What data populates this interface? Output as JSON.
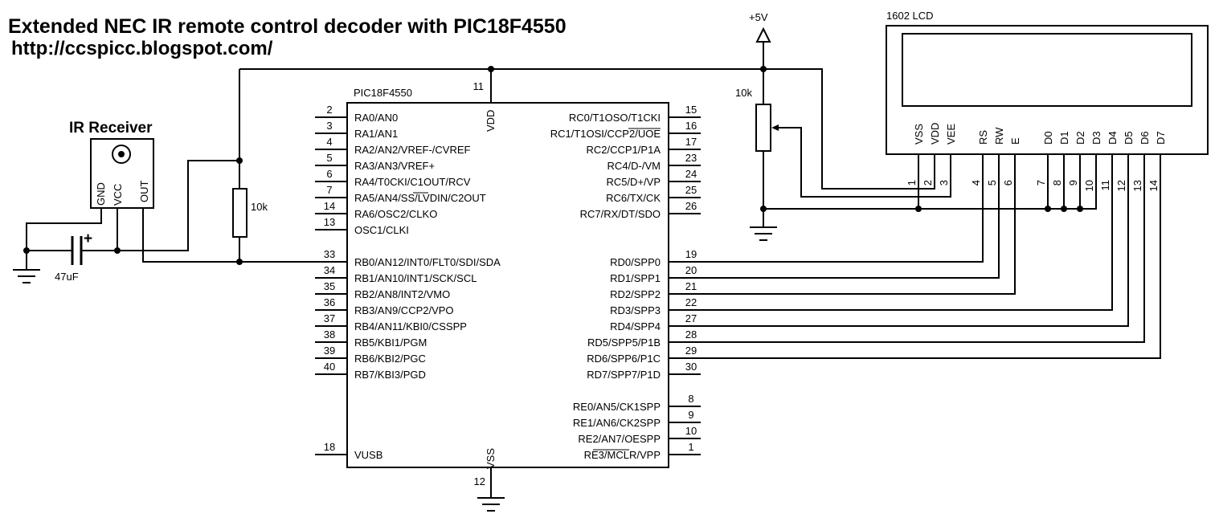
{
  "title": "Extended NEC IR remote control decoder with PIC18F4550",
  "url": "http://ccspicc.blogspot.com/",
  "power_label": "+5V",
  "mcu": {
    "name": "PIC18F4550",
    "vdd": {
      "num": "11",
      "label": "VDD"
    },
    "vss": {
      "num": "12",
      "label": "VSS"
    },
    "left_pins": [
      {
        "num": "2",
        "label": "RA0/AN0"
      },
      {
        "num": "3",
        "label": "RA1/AN1"
      },
      {
        "num": "4",
        "label": "RA2/AN2/VREF-/CVREF"
      },
      {
        "num": "5",
        "label": "RA3/AN3/VREF+"
      },
      {
        "num": "6",
        "label": "RA4/T0CKI/C1OUT/RCV"
      },
      {
        "num": "7",
        "label": "RA5/AN4/SS/LVDIN/C2OUT"
      },
      {
        "num": "14",
        "label": "RA6/OSC2/CLKO"
      },
      {
        "num": "13",
        "label": "OSC1/CLKI"
      },
      {
        "num": "33",
        "label": "RB0/AN12/INT0/FLT0/SDI/SDA"
      },
      {
        "num": "34",
        "label": "RB1/AN10/INT1/SCK/SCL"
      },
      {
        "num": "35",
        "label": "RB2/AN8/INT2/VMO"
      },
      {
        "num": "36",
        "label": "RB3/AN9/CCP2/VPO"
      },
      {
        "num": "37",
        "label": "RB4/AN11/KBI0/CSSPP"
      },
      {
        "num": "38",
        "label": "RB5/KBI1/PGM"
      },
      {
        "num": "39",
        "label": "RB6/KBI2/PGC"
      },
      {
        "num": "40",
        "label": "RB7/KBI3/PGD"
      },
      {
        "num": "18",
        "label": "VUSB"
      }
    ],
    "right_pins": [
      {
        "num": "15",
        "label": "RC0/T1OSO/T1CKI"
      },
      {
        "num": "16",
        "label": "RC1/T1OSI/CCP2/UOE"
      },
      {
        "num": "17",
        "label": "RC2/CCP1/P1A"
      },
      {
        "num": "23",
        "label": "RC4/D-/VM"
      },
      {
        "num": "24",
        "label": "RC5/D+/VP"
      },
      {
        "num": "25",
        "label": "RC6/TX/CK"
      },
      {
        "num": "26",
        "label": "RC7/RX/DT/SDO"
      },
      {
        "num": "19",
        "label": "RD0/SPP0"
      },
      {
        "num": "20",
        "label": "RD1/SPP1"
      },
      {
        "num": "21",
        "label": "RD2/SPP2"
      },
      {
        "num": "22",
        "label": "RD3/SPP3"
      },
      {
        "num": "27",
        "label": "RD4/SPP4"
      },
      {
        "num": "28",
        "label": "RD5/SPP5/P1B"
      },
      {
        "num": "29",
        "label": "RD6/SPP6/P1C"
      },
      {
        "num": "30",
        "label": "RD7/SPP7/P1D"
      },
      {
        "num": "8",
        "label": "RE0/AN5/CK1SPP"
      },
      {
        "num": "9",
        "label": "RE1/AN6/CK2SPP"
      },
      {
        "num": "10",
        "label": "RE2/AN7/OESPP"
      },
      {
        "num": "1",
        "label": "RE3/MCLR/VPP"
      }
    ]
  },
  "ir_receiver": {
    "title": "IR Receiver",
    "pins": [
      "GND",
      "VCC",
      "OUT"
    ]
  },
  "capacitor_label": "47uF",
  "capacitor_polarity": "+",
  "resistor_label": "10k",
  "pot_label": "10k",
  "lcd": {
    "name": "1602 LCD",
    "pins": [
      {
        "num": "1",
        "label": "VSS"
      },
      {
        "num": "2",
        "label": "VDD"
      },
      {
        "num": "3",
        "label": "VEE"
      },
      {
        "num": "4",
        "label": "RS"
      },
      {
        "num": "5",
        "label": "RW"
      },
      {
        "num": "6",
        "label": "E"
      },
      {
        "num": "7",
        "label": "D0"
      },
      {
        "num": "8",
        "label": "D1"
      },
      {
        "num": "9",
        "label": "D2"
      },
      {
        "num": "10",
        "label": "D3"
      },
      {
        "num": "11",
        "label": "D4"
      },
      {
        "num": "12",
        "label": "D5"
      },
      {
        "num": "13",
        "label": "D6"
      },
      {
        "num": "14",
        "label": "D7"
      }
    ]
  }
}
